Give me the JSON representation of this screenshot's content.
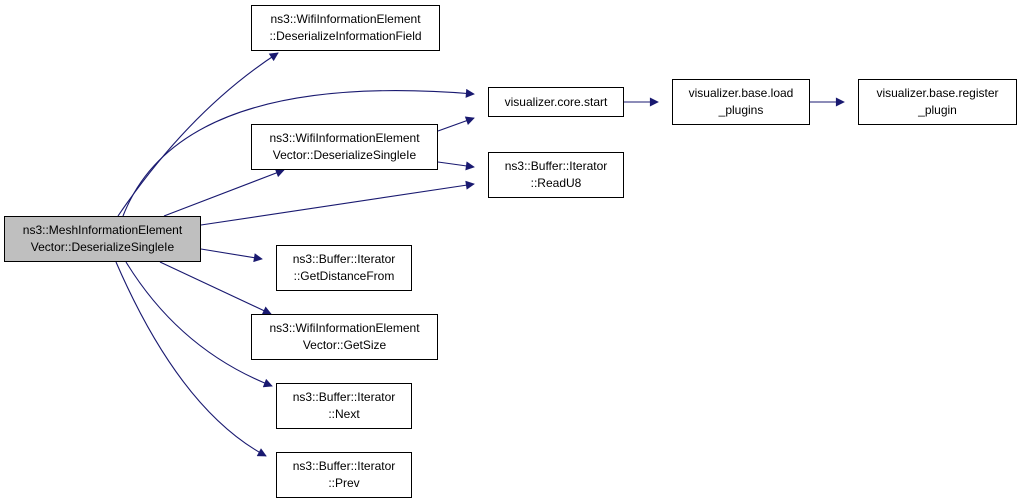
{
  "colors": {
    "edge": "#191970",
    "root_fill": "#bfbfbf",
    "node_fill": "#ffffff",
    "border": "#000000"
  },
  "nodes": [
    {
      "id": "mesh",
      "lines": [
        "ns3::MeshInformationElement",
        "Vector::DeserializeSingleIe"
      ],
      "root": true
    },
    {
      "id": "wifi_field",
      "lines": [
        "ns3::WifiInformationElement",
        "::DeserializeInformationField"
      ]
    },
    {
      "id": "core_start",
      "lines": [
        "visualizer.core.start"
      ]
    },
    {
      "id": "load_plugins",
      "lines": [
        "visualizer.base.load",
        "_plugins"
      ]
    },
    {
      "id": "register_plugin",
      "lines": [
        "visualizer.base.register",
        "_plugin"
      ]
    },
    {
      "id": "wifi_single",
      "lines": [
        "ns3::WifiInformationElement",
        "Vector::DeserializeSingleIe"
      ]
    },
    {
      "id": "readu8",
      "lines": [
        "ns3::Buffer::Iterator",
        "::ReadU8"
      ]
    },
    {
      "id": "getdist",
      "lines": [
        "ns3::Buffer::Iterator",
        "::GetDistanceFrom"
      ]
    },
    {
      "id": "getsize",
      "lines": [
        "ns3::WifiInformationElement",
        "Vector::GetSize"
      ]
    },
    {
      "id": "next",
      "lines": [
        "ns3::Buffer::Iterator",
        "::Next"
      ]
    },
    {
      "id": "prev",
      "lines": [
        "ns3::Buffer::Iterator",
        "::Prev"
      ]
    }
  ],
  "edges": [
    [
      "mesh",
      "wifi_field"
    ],
    [
      "mesh",
      "core_start"
    ],
    [
      "mesh",
      "wifi_single"
    ],
    [
      "mesh",
      "readu8"
    ],
    [
      "mesh",
      "getdist"
    ],
    [
      "mesh",
      "getsize"
    ],
    [
      "mesh",
      "next"
    ],
    [
      "mesh",
      "prev"
    ],
    [
      "wifi_single",
      "core_start"
    ],
    [
      "wifi_single",
      "readu8"
    ],
    [
      "core_start",
      "load_plugins"
    ],
    [
      "load_plugins",
      "register_plugin"
    ]
  ]
}
